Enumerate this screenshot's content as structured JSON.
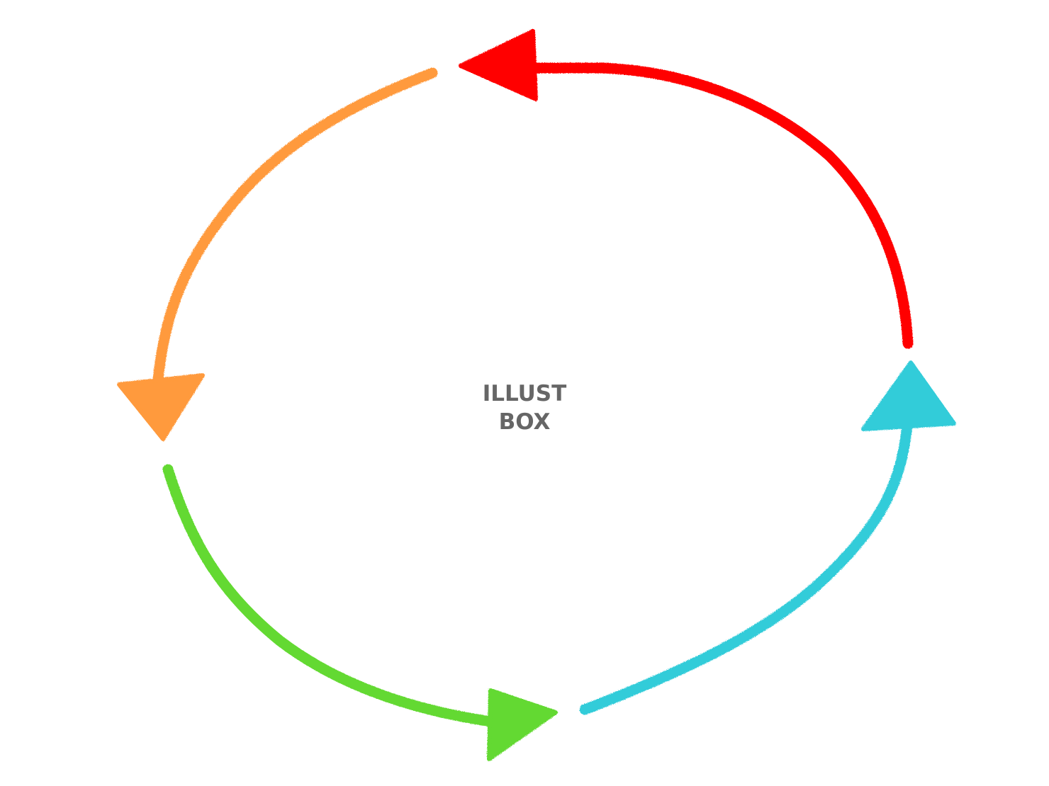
{
  "watermark": {
    "text": "ILLUST BOX",
    "color": "#666666"
  },
  "cycle": {
    "arrows": [
      {
        "id": "red",
        "color": "#ff0000"
      },
      {
        "id": "orange",
        "color": "#ff9a3c"
      },
      {
        "id": "green",
        "color": "#63d932"
      },
      {
        "id": "cyan",
        "color": "#33ccd9"
      }
    ]
  }
}
